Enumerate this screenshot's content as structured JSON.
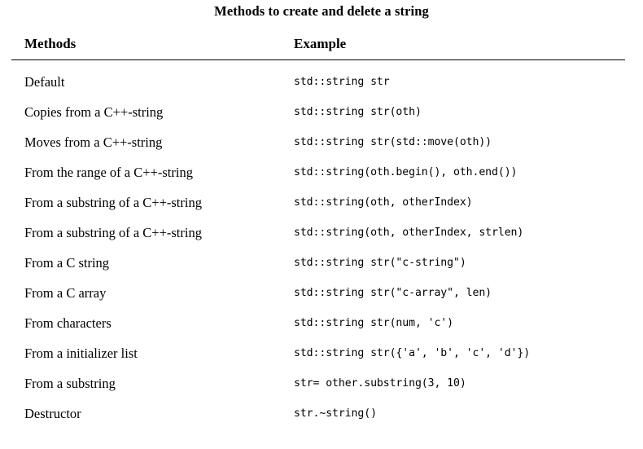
{
  "document": {
    "title": "Methods to create and delete a string",
    "table": {
      "columns": [
        {
          "key": "method",
          "header": "Methods"
        },
        {
          "key": "example",
          "header": "Example"
        }
      ],
      "rows": [
        {
          "method": "Default",
          "example": "std::string str"
        },
        {
          "method": "Copies from a C++-string",
          "example": "std::string str(oth)"
        },
        {
          "method": "Moves from a C++-string",
          "example": "std::string str(std::move(oth))"
        },
        {
          "method": "From the range of a C++-string",
          "example": "std::string(oth.begin(), oth.end())"
        },
        {
          "method": "From a substring of a C++-string",
          "example": "std::string(oth, otherIndex)"
        },
        {
          "method": "From a substring of a C++-string",
          "example": "std::string(oth, otherIndex, strlen)"
        },
        {
          "method": "From a C string",
          "example": "std::string str(\"c-string\")"
        },
        {
          "method": "From a C array",
          "example": "std::string str(\"c-array\", len)"
        },
        {
          "method": "From characters",
          "example": "std::string str(num, 'c')"
        },
        {
          "method": "From a initializer list",
          "example": "std::string str({'a', 'b', 'c', 'd'})"
        },
        {
          "method": "From a substring",
          "example": "str= other.substring(3, 10)"
        },
        {
          "method": "Destructor",
          "example": "str.∼string()"
        }
      ]
    }
  },
  "style": {
    "text_color": "#000000",
    "background_color": "#ffffff",
    "rule_color": "#000000"
  }
}
